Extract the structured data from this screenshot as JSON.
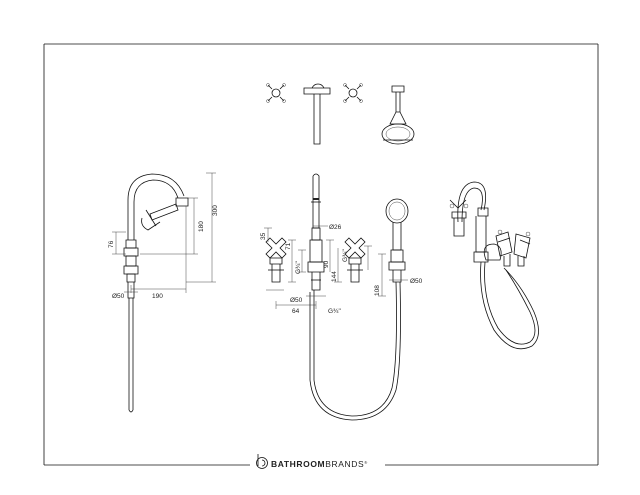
{
  "brand": {
    "prefix": "BATHROOM",
    "suffix": "BRANDS",
    "trademark": "®"
  },
  "dimensions": {
    "left_height_total": "300",
    "left_height_spout": "180",
    "left_base_height": "76",
    "left_reach": "190",
    "left_base_diameter": "Ø50",
    "handle_height": "35",
    "handle_body": "71",
    "handle_thread": "G¾\"",
    "center_diameter": "Ø26",
    "center_90": "90",
    "center_144": "144",
    "center_thread": "G¾\"",
    "center_base_diameter": "Ø50",
    "spacing": "64",
    "bottom_thread": "G¾\"",
    "shower_height": "108",
    "shower_diameter": "Ø50"
  }
}
